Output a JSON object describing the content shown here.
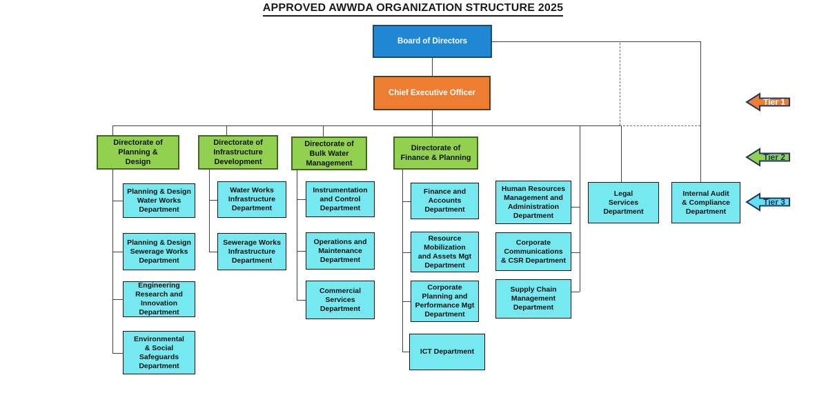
{
  "title": "APPROVED AWWDA ORGANIZATION STRUCTURE 2025",
  "org": {
    "board": "Board of Directors",
    "ceo": "Chief Executive Officer",
    "directorates": [
      {
        "label": "Directorate of\nPlanning &\nDesign",
        "departments": [
          "Planning & Design\nWater Works\nDepartment",
          "Planning & Design\nSewerage Works\nDepartment",
          "Engineering\nResearch and\nInnovation\nDepartment",
          "Environmental\n& Social\nSafeguards\nDepartment"
        ]
      },
      {
        "label": "Directorate of\nInfrastructure\nDevelopment",
        "departments": [
          "Water Works\nInfrastructure\nDepartment",
          "Sewerage Works\nInfrastructure\nDepartment"
        ]
      },
      {
        "label": "Directorate of\nBulk Water\nManagement",
        "departments": [
          "Instrumentation\nand Control\nDepartment",
          "Operations and\nMaintenance\nDepartment",
          "Commercial\nServices\nDepartment"
        ]
      },
      {
        "label": "Directorate of\nFinance & Planning",
        "departments": [
          "Finance and\nAccounts\nDepartment",
          "Resource\nMobilization\nand Assets Mgt\nDepartment",
          "Corporate\nPlanning and\nPerformance Mgt\nDepartment",
          "ICT Department"
        ]
      }
    ],
    "ceo_departments": [
      "Human Resources\nManagement and\nAdministration\nDepartment",
      "Corporate\nCommunications\n& CSR Department",
      "Supply Chain\nManagement\nDepartment"
    ],
    "board_departments": [
      "Legal\nServices\nDepartment",
      "Internal Audit\n& Compliance\nDepartment"
    ]
  },
  "tiers": [
    {
      "label": "Tier 1",
      "color": "#ed7d31"
    },
    {
      "label": "Tier 2",
      "color": "#92d050"
    },
    {
      "label": "Tier 3",
      "color": "#63e1f2"
    }
  ],
  "colors": {
    "board_fill": "#1f87d3",
    "ceo_fill": "#ed7d31",
    "directorate_fill": "#92d050",
    "department_fill": "#76e9f0",
    "arrow_border": "#1f3864",
    "connector": "#3f3f3f"
  }
}
